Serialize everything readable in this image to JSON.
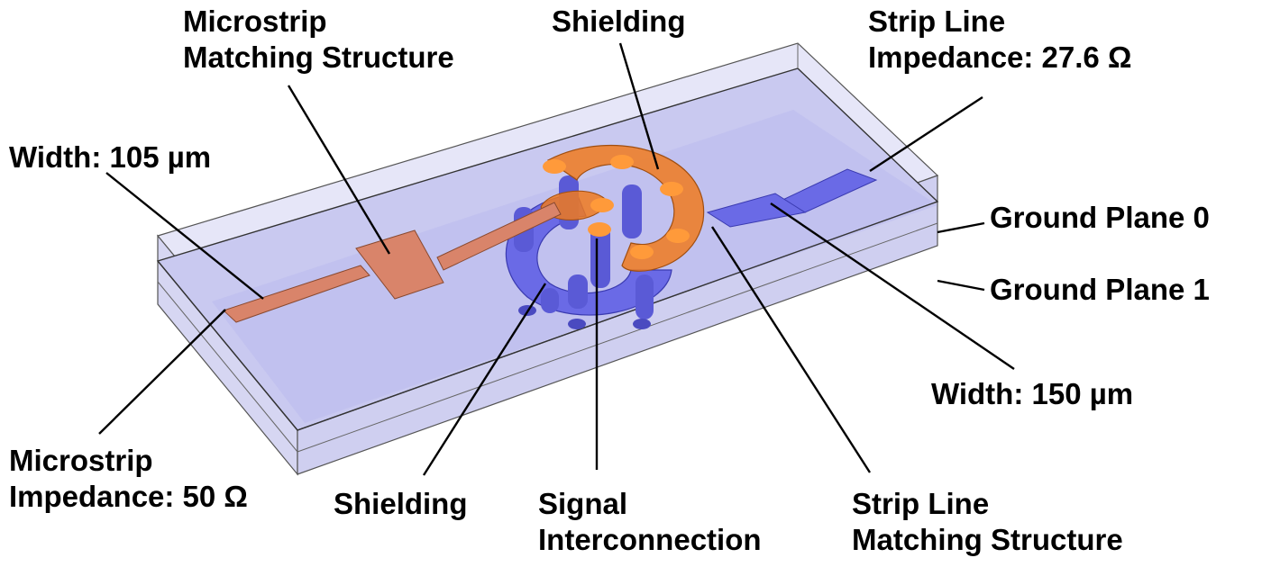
{
  "labels": {
    "microstrip_matching": {
      "line1": "Microstrip",
      "line2": "Matching Structure"
    },
    "shielding_top": "Shielding",
    "strip_line_impedance": {
      "line1": "Strip Line",
      "line2": "Impedance: 27.6 Ω"
    },
    "width_105": "Width: 105 µm",
    "ground_plane_0": "Ground Plane 0",
    "ground_plane_1": "Ground Plane 1",
    "width_150": "Width: 150 µm",
    "microstrip_impedance": {
      "line1": "Microstrip",
      "line2": "Impedance: 50 Ω"
    },
    "shielding_bottom": "Shielding",
    "signal_interconnection": {
      "line1": "Signal",
      "line2": "Interconnection"
    },
    "strip_line_matching": {
      "line1": "Strip Line",
      "line2": "Matching Structure"
    }
  },
  "colors": {
    "substrate_fill": "#d2d2f2",
    "top_surface": "#c6c6f0",
    "blue_metal": "#6a6ae6",
    "orange_metal": "#f07a1e",
    "microstrip_line": "#d9846a",
    "leader_line": "#000000"
  }
}
